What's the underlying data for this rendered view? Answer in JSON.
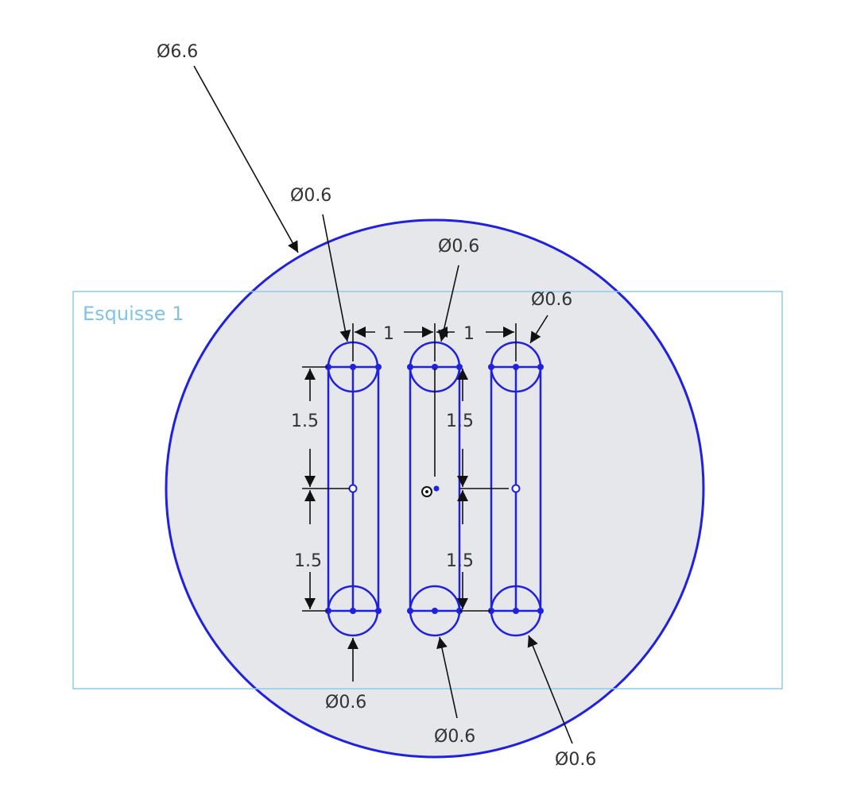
{
  "sketch": {
    "name": "Esquisse 1"
  },
  "dimensions": {
    "outer_diameter": "Ø6.6",
    "slot_top_left": "Ø0.6",
    "slot_top_middle": "Ø0.6",
    "slot_top_right": "Ø0.6",
    "slot_bottom_left": "Ø0.6",
    "slot_bottom_middle": "Ø0.6",
    "slot_bottom_right": "Ø0.6",
    "spacing_left": "1",
    "spacing_right": "1",
    "height_upper_left": "1.5",
    "height_lower_left": "1.5",
    "height_upper_middle": "1.5",
    "height_lower_middle": "1.5"
  },
  "colors": {
    "geometry": "#2020e0",
    "fill": "#e6e7ea",
    "sketch_frame": "#8ccbed",
    "dimension_line": "#111111"
  }
}
